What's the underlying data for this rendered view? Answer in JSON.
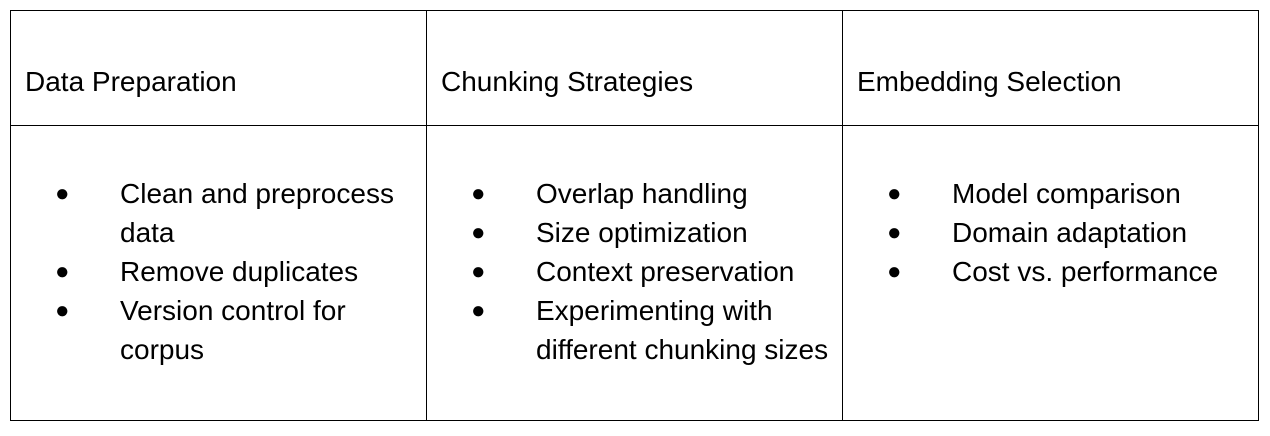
{
  "table": {
    "headers": [
      "Data Preparation",
      "Chunking Strategies",
      "Embedding Selection"
    ],
    "columns": [
      {
        "items": [
          "Clean and preprocess data",
          "Remove duplicates",
          "Version control for corpus"
        ]
      },
      {
        "items": [
          "Overlap handling",
          "Size optimization",
          "Context preservation",
          "Experimenting with different chunking sizes"
        ]
      },
      {
        "items": [
          "Model comparison",
          "Domain adaptation",
          "Cost vs. performance"
        ]
      }
    ],
    "bullet": "●"
  }
}
